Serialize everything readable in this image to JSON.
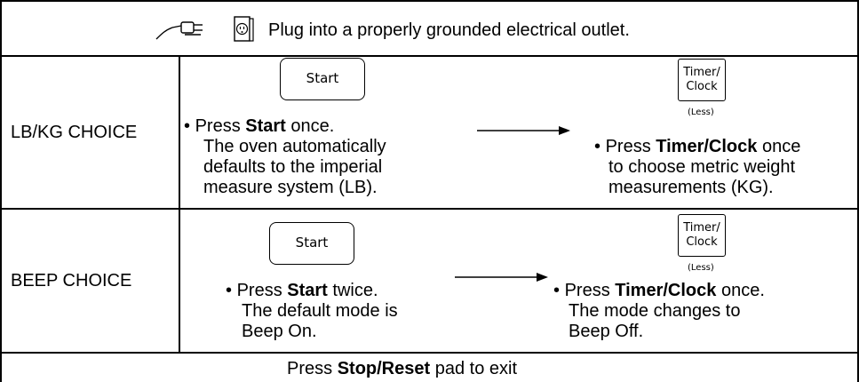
{
  "header": {
    "text": "Plug into a properly grounded electrical outlet.",
    "icons": [
      "plug-icon",
      "outlet-icon"
    ]
  },
  "rows": [
    {
      "label": "LB/KG CHOICE",
      "left_key": "Start",
      "left_bullet": "•",
      "left_prefix": "Press ",
      "left_bold": "Start",
      "left_suffix": " once.",
      "left_lines": [
        "The oven automatically",
        "defaults to the imperial",
        "measure system (LB)."
      ],
      "right_key": [
        "Timer/",
        "Clock"
      ],
      "right_sub": "(Less)",
      "right_bullet": "•",
      "right_prefix": "Press ",
      "right_bold": "Timer/Clock",
      "right_suffix": " once",
      "right_lines": [
        "to choose metric weight",
        "measurements (KG)."
      ]
    },
    {
      "label": "BEEP CHOICE",
      "left_key": "Start",
      "left_bullet": "•",
      "left_prefix": "Press ",
      "left_bold": "Start",
      "left_suffix": " twice.",
      "left_lines": [
        "The default mode is",
        "Beep On."
      ],
      "right_key": [
        "Timer/",
        "Clock"
      ],
      "right_sub": "(Less)",
      "right_bullet": "•",
      "right_prefix": "Press ",
      "right_bold": "Timer/Clock",
      "right_suffix": " once.",
      "right_lines": [
        "The mode changes to",
        "Beep Off."
      ]
    }
  ],
  "footer": {
    "prefix": "Press ",
    "bold": "Stop/Reset",
    "suffix": " pad to exit"
  }
}
